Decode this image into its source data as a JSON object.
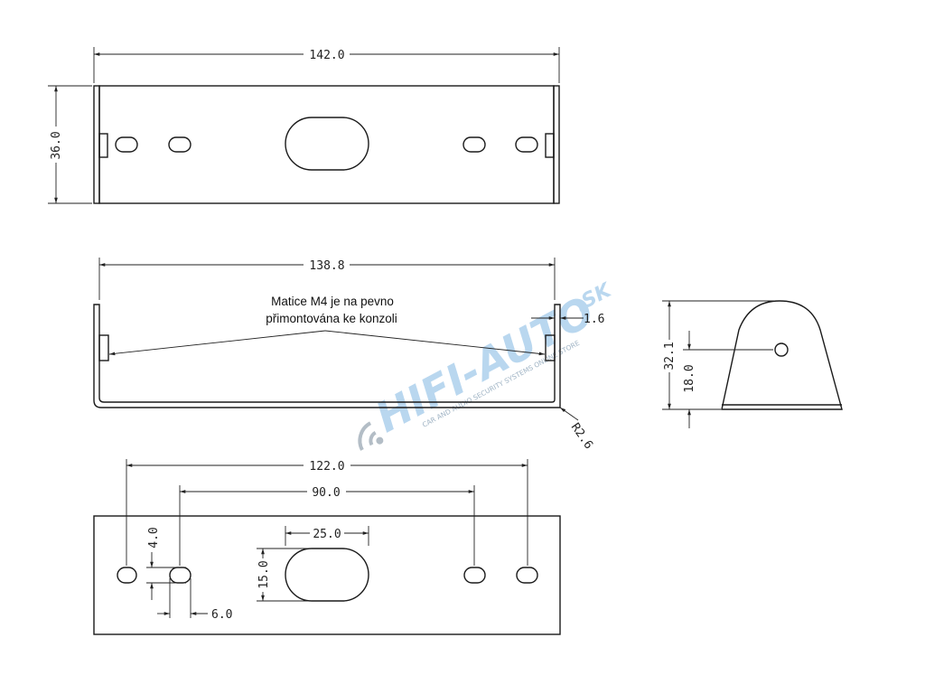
{
  "dimensions": {
    "top_view_width": "142.0",
    "top_view_height": "36.0",
    "front_view_width": "138.8",
    "thickness": "1.6",
    "bend_radius": "R2.6",
    "side_view_height": "32.1",
    "side_view_hole_height": "18.0",
    "bottom_view_outer_holes": "122.0",
    "bottom_view_inner_holes": "90.0",
    "slot_width": "25.0",
    "slot_height": "15.0",
    "hole_height": "4.0",
    "hole_width": "6.0"
  },
  "note": {
    "line1": "Matice M4 je na pevno",
    "line2": "přimontována  ke konzoli"
  },
  "watermark": {
    "brand": "HIFI-AUTO",
    "tld": ".SK",
    "tagline": "CAR AND AUDIO SECURITY SYSTEMS ONLINE STORE"
  },
  "colors": {
    "line": "#1a1a1a",
    "watermark": "#b9d7ef"
  }
}
